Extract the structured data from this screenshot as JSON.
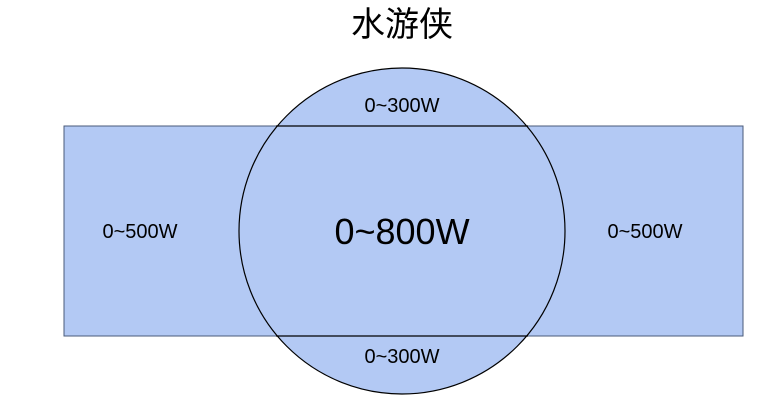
{
  "title": "水游侠",
  "center_label": "0~800W",
  "top_label": "0~300W",
  "bottom_label": "0~300W",
  "left_label": "0~500W",
  "right_label": "0~500W",
  "colors": {
    "fill": "#b3c9f4",
    "stroke": "#000000",
    "rect_stroke": "#4a5a7a"
  }
}
